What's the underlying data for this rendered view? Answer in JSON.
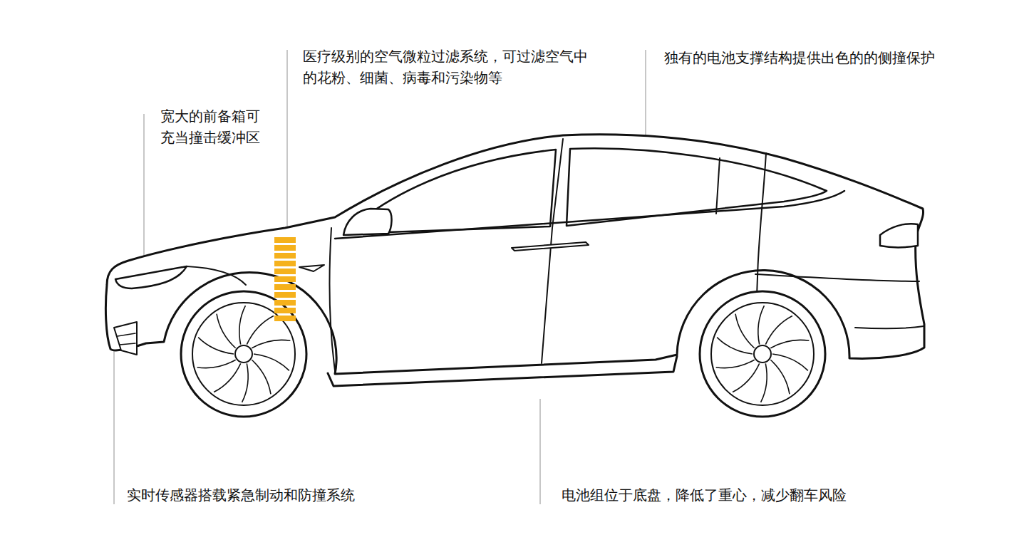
{
  "diagram": {
    "labels": [
      "医疗级别的空气微粒过滤系统，可过滤空气中 的花粉、细菌、病毒和污染物等",
      "独有的电池支撑结构提供出色的的侧撞保护",
      "宽大的前备箱可 充当撞击缓冲区",
      "实时传感器搭载紧急制动和防撞系统",
      "电池组位于底盘，降低了重心，减少翻车风险"
    ]
  }
}
